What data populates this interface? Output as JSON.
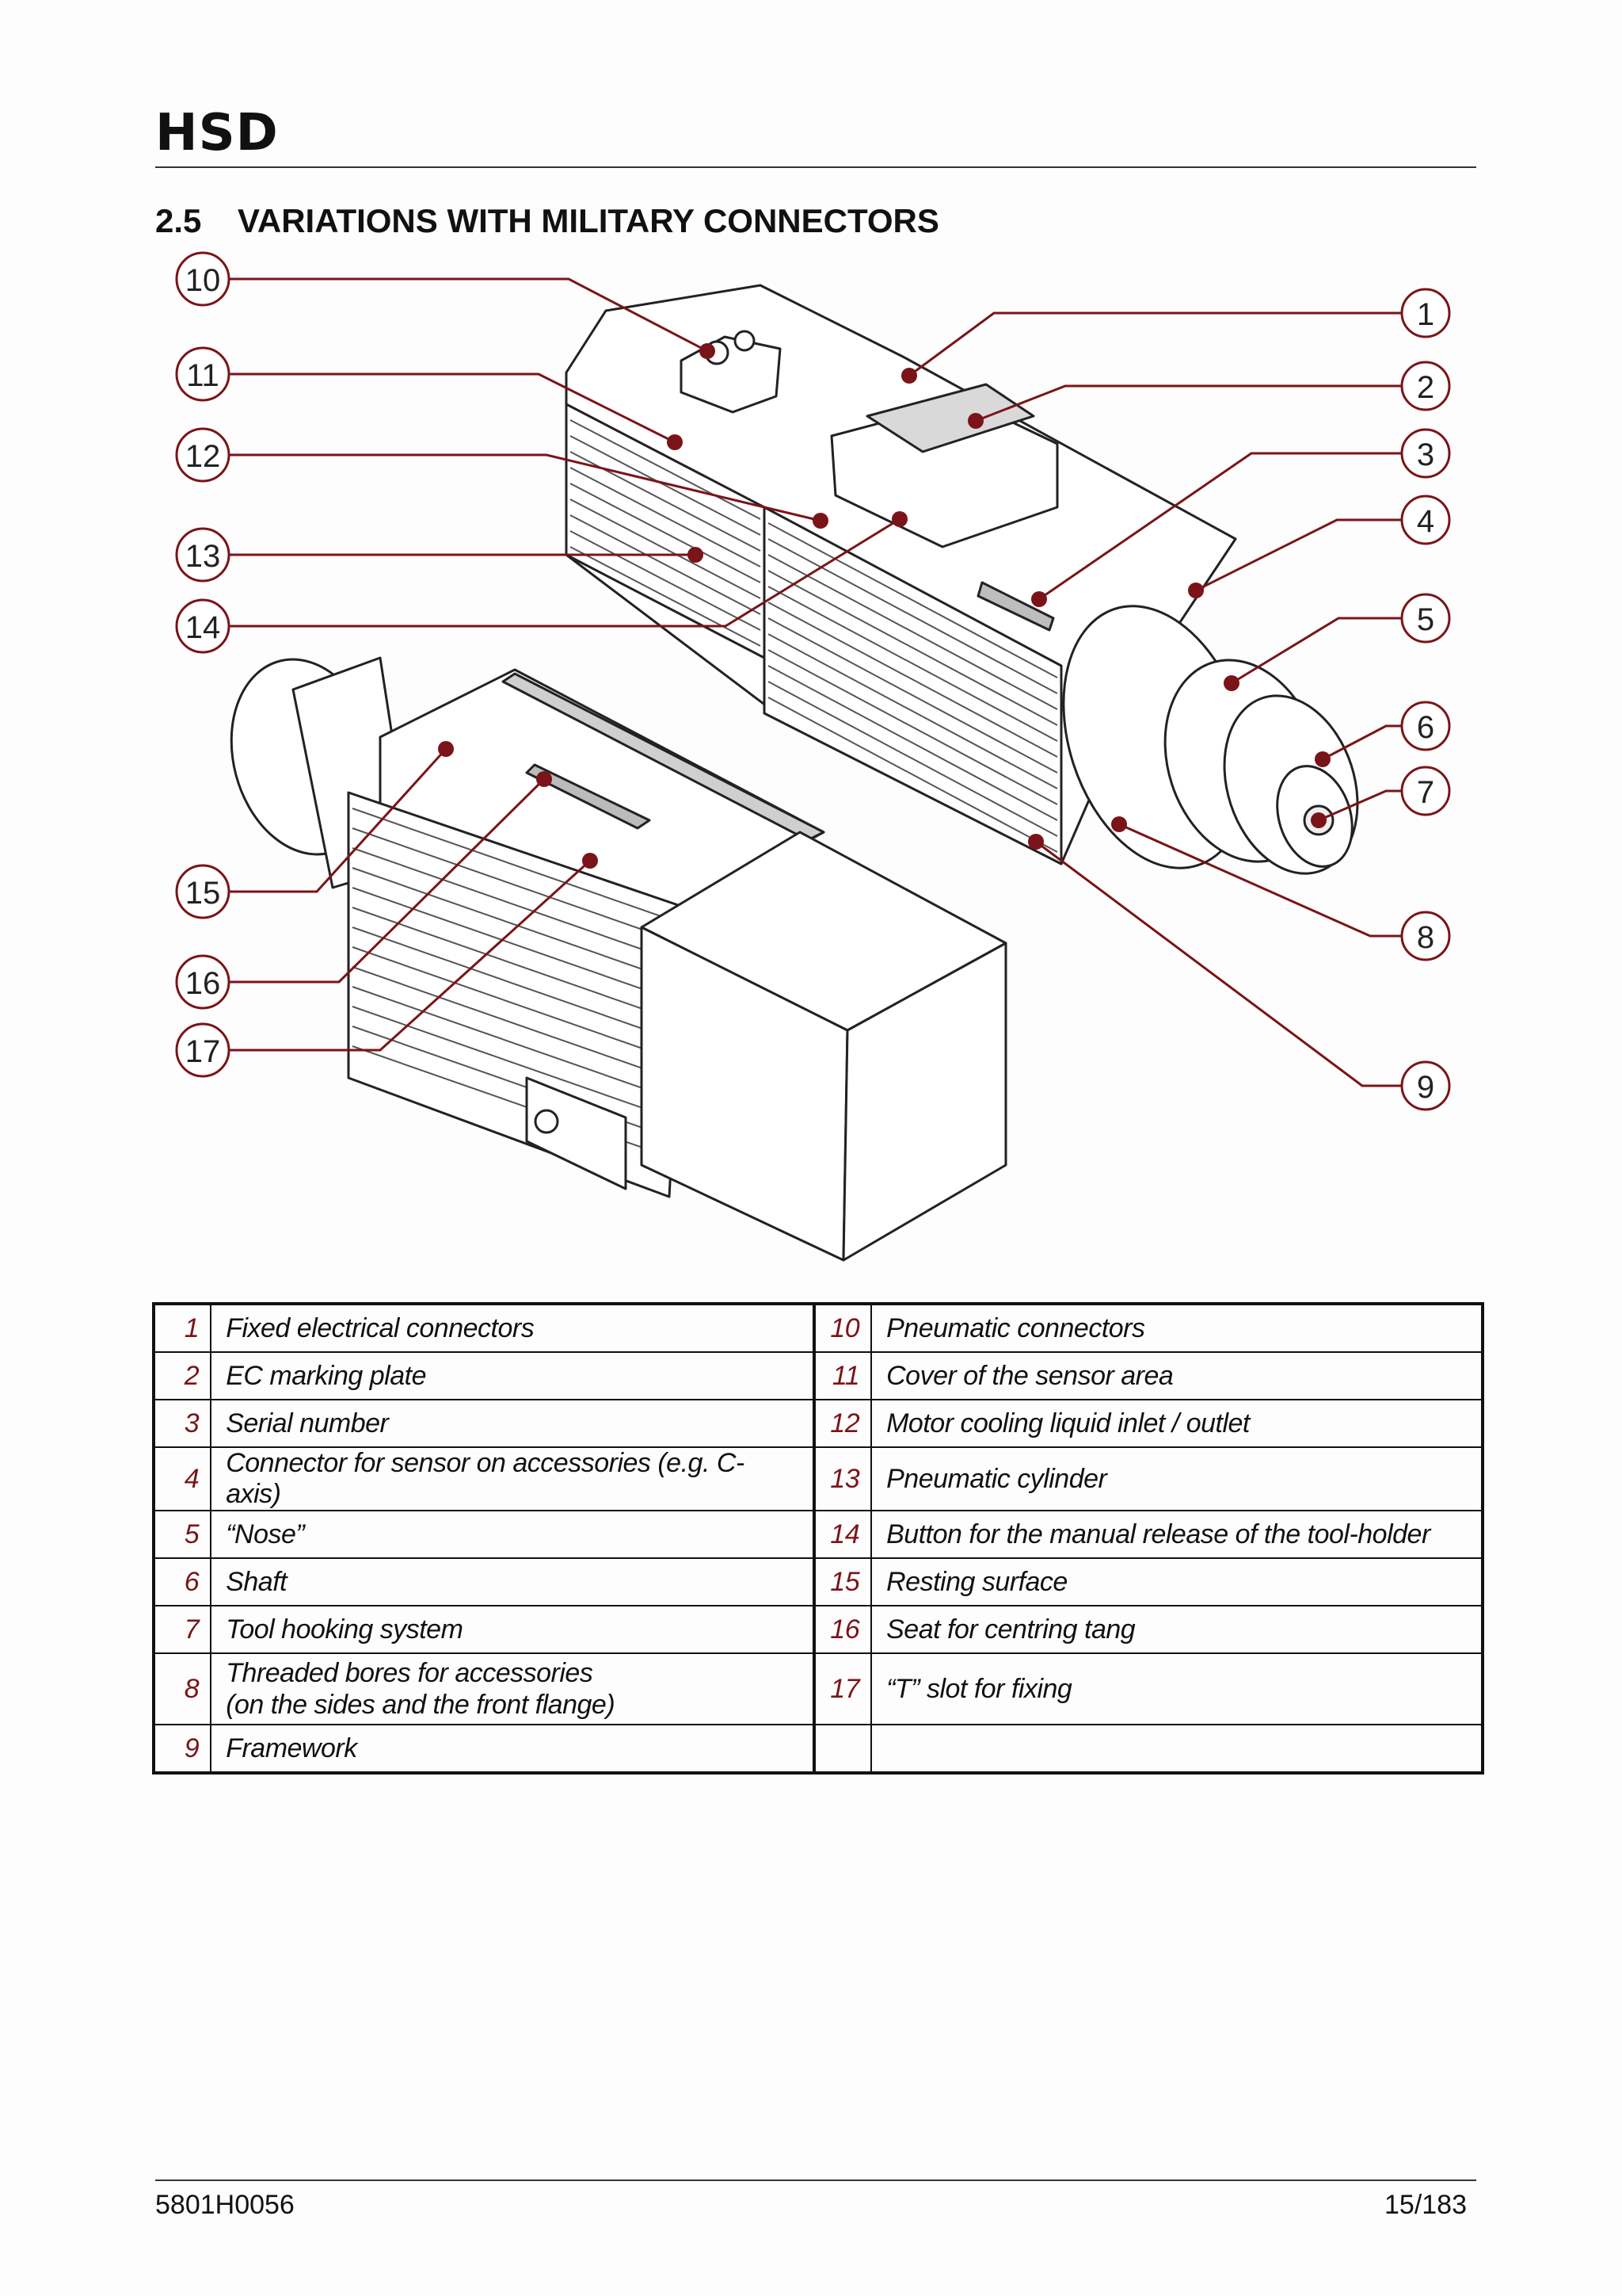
{
  "header": {
    "brand": "HSD"
  },
  "section": {
    "number": "2.5",
    "title": "VARIATIONS WITH MILITARY CONNECTORS"
  },
  "figure": {
    "callouts": [
      "1",
      "2",
      "3",
      "4",
      "5",
      "6",
      "7",
      "8",
      "9",
      "10",
      "11",
      "12",
      "13",
      "14",
      "15",
      "16",
      "17"
    ]
  },
  "legend": {
    "rows": [
      {
        "n1": "1",
        "d1": "Fixed electrical connectors",
        "n2": "10",
        "d2": "Pneumatic connectors"
      },
      {
        "n1": "2",
        "d1": "EC marking plate",
        "n2": "11",
        "d2": "Cover of the sensor area"
      },
      {
        "n1": "3",
        "d1": "Serial number",
        "n2": "12",
        "d2": "Motor cooling liquid inlet / outlet"
      },
      {
        "n1": "4",
        "d1": "Connector for sensor on accessories (e.g. C-axis)",
        "n2": "13",
        "d2": "Pneumatic cylinder"
      },
      {
        "n1": "5",
        "d1": "“Nose”",
        "n2": "14",
        "d2": "Button for the manual release of the tool-holder"
      },
      {
        "n1": "6",
        "d1": "Shaft",
        "n2": "15",
        "d2": "Resting surface"
      },
      {
        "n1": "7",
        "d1": "Tool hooking system",
        "n2": "16",
        "d2": "Seat for centring tang"
      },
      {
        "n1": "8",
        "d1": "Threaded bores for accessories",
        "d1b": "(on the sides and the front flange)",
        "n2": "17",
        "d2": "“T” slot for fixing"
      },
      {
        "n1": "9",
        "d1": "Framework",
        "n2": "",
        "d2": ""
      }
    ]
  },
  "footer": {
    "doc_code": "5801H0056",
    "page": "15/183"
  },
  "colors": {
    "callout_dot": "#7a1418",
    "callout_line": "#7a1418",
    "rule": "#333333"
  }
}
